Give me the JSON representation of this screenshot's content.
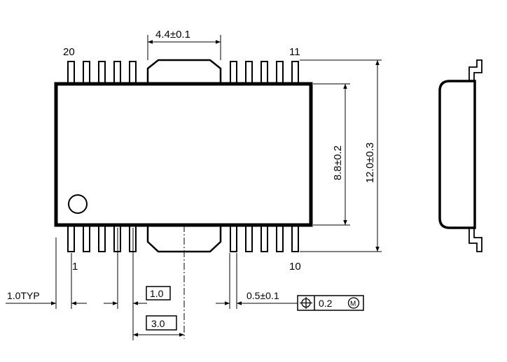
{
  "pin_labels": {
    "pin20": "20",
    "pin11": "11",
    "pin1": "1",
    "pin10": "10"
  },
  "dimensions": {
    "tab_width": "4.4±0.1",
    "body_height": "8.8±0.2",
    "total_height": "12.0±0.3",
    "lead_pitch": "1.0TYP",
    "basic_1": "1.0",
    "basic_3": "3.0",
    "lead_width": "0.5±0.1",
    "position_tolerance": "0.2",
    "modifier": "M"
  },
  "colors": {
    "line": "#000000",
    "background": "#ffffff"
  }
}
